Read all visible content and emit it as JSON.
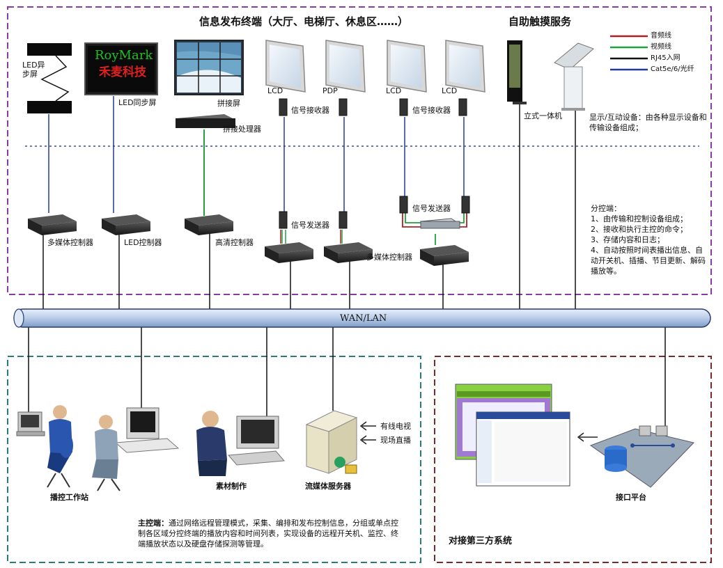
{
  "colors": {
    "audio_line": "#b02020",
    "video_line": "#20a040",
    "rj45_line": "#111111",
    "cat_line": "#203a9a",
    "region_top": "#8a3aa8",
    "region_left": "#2a7a7a",
    "region_right": "#7a2a2a",
    "bus": "#b9cce8"
  },
  "top_titles": {
    "terminals": "信息发布终端（大厅、电梯厅、休息区……）",
    "touch": "自助触摸服务"
  },
  "legend": [
    {
      "label": "音频线",
      "color": "#b02020"
    },
    {
      "label": "视频线",
      "color": "#20a040"
    },
    {
      "label": "RJ45入网",
      "color": "#111111"
    },
    {
      "label": "Cat5e/6/光纤",
      "color": "#203a9a"
    }
  ],
  "devices": {
    "led_async_screen": "LED异\n步屏",
    "led_sync_screen": "LED同步屏",
    "led_brand_en": "RoyMark",
    "led_brand_cn": "禾麦科技",
    "splice_screen": "拼接屏",
    "splice_processor": "拼接处理器",
    "lcd_1": "LCD",
    "pdp": "PDP",
    "lcd_2": "LCD",
    "lcd_3": "LCD",
    "receiver_1": "信号接收器",
    "receiver_2": "信号接收器",
    "kiosk": "立式一体机",
    "sender_1": "信号发送器",
    "sender_2": "信号发送器",
    "multimedia_ctrl_1": "多媒体控制器",
    "led_ctrl": "LED控制器",
    "hd_ctrl": "高清控制器",
    "multimedia_ctrl_2": "多媒体控制器"
  },
  "display_note": {
    "heading": "显示/互动设备：",
    "text": "由各种显示设备和传输设备组成；"
  },
  "sub_control": {
    "heading": "分控端：",
    "items": [
      "1、由传输和控制设备组成；",
      "2、接收和执行主控的命令；",
      "3、存储内容和日志；",
      "4、自动按照时间表播出信息、自动开关机、插播、节目更新、解码播放等。"
    ]
  },
  "bus_label": "WAN/LAN",
  "main_control": {
    "workstation": "播控工作站",
    "material": "素材制作",
    "streaming_server": "流媒体服务器",
    "cable_tv": "有线电视",
    "live": "现场直播",
    "heading": "主控端：",
    "text": "通过网络远程管理模式，采集、编排和发布控制信息，分组或单点控制各区域分控终端的播放内容和时间列表，实现设备的远程开关机、监控、终端播放状态以及硬盘存储探测等管理。"
  },
  "third_party": {
    "interface": "接口平台",
    "title": "对接第三方系统"
  }
}
